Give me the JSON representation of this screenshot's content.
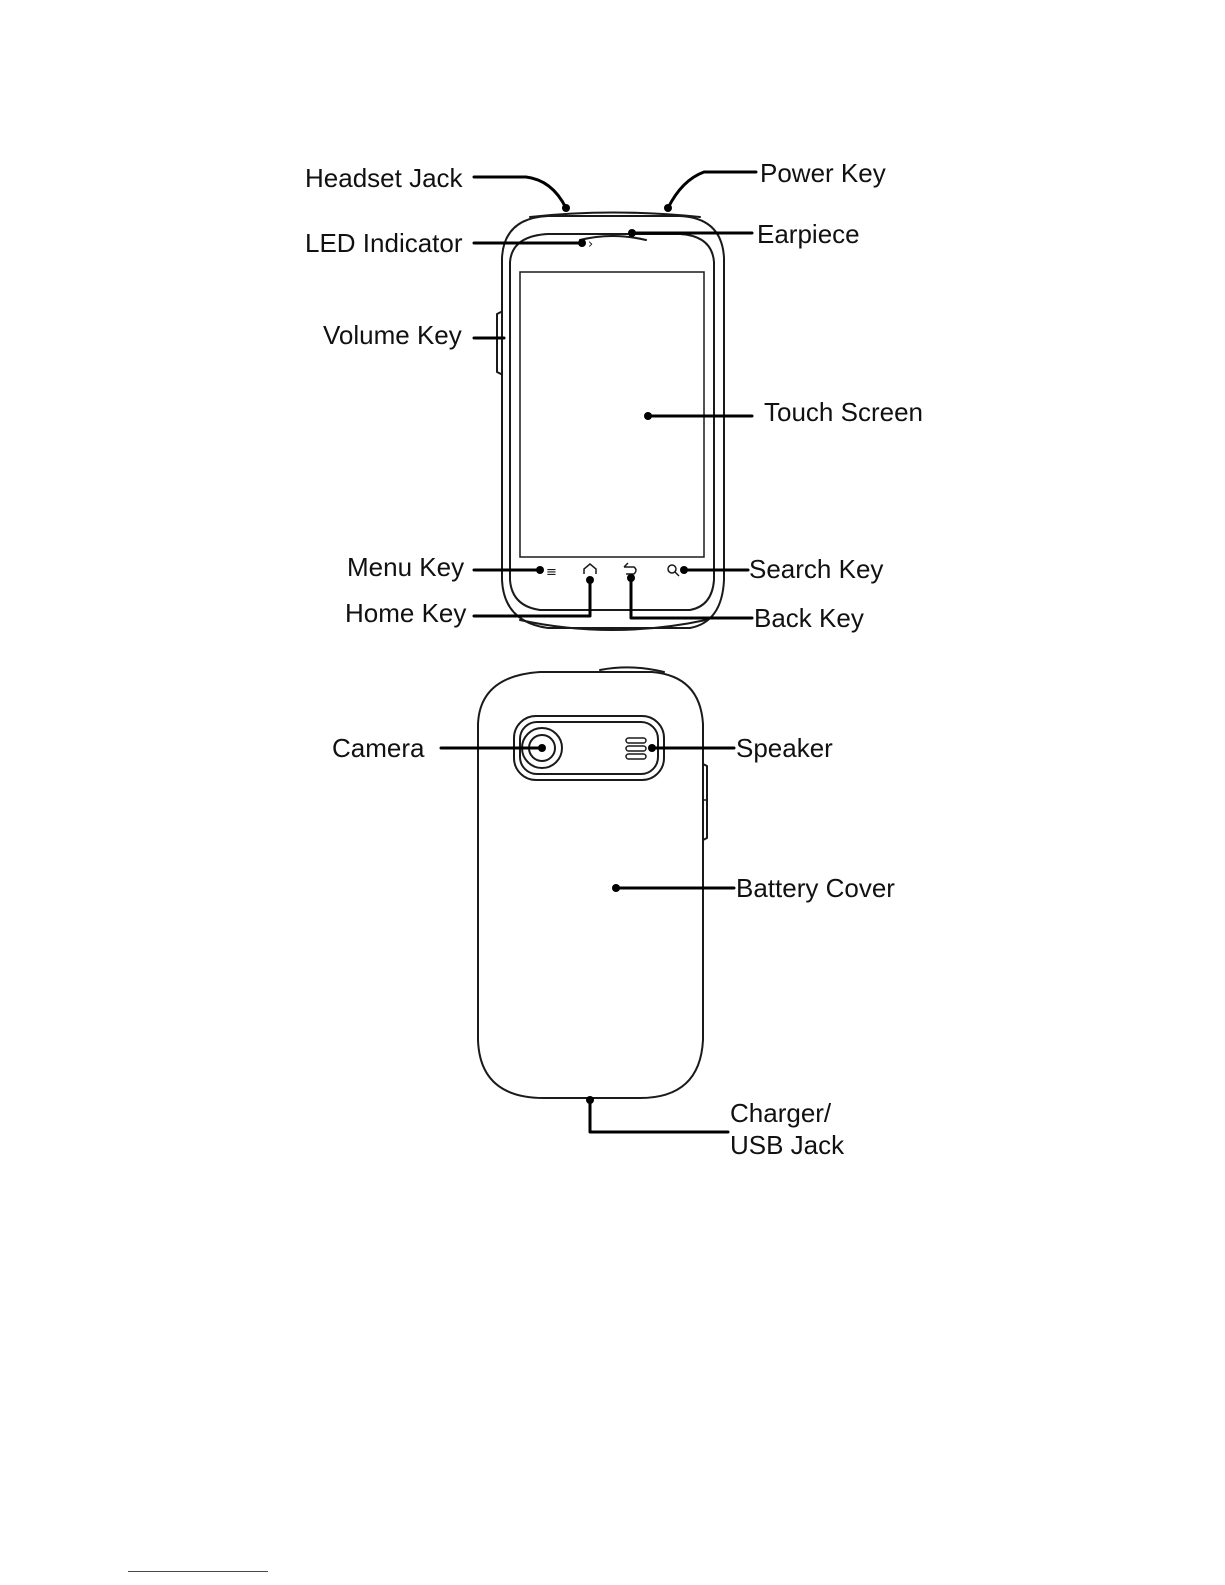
{
  "labels": {
    "headset_jack": "Headset Jack",
    "power_key": "Power Key",
    "led_indicator": "LED Indicator",
    "earpiece": "Earpiece",
    "volume_key": "Volume Key",
    "touch_screen": "Touch Screen",
    "menu_key": "Menu Key",
    "search_key": "Search Key",
    "home_key": "Home Key",
    "back_key": "Back Key",
    "camera": "Camera",
    "speaker": "Speaker",
    "battery_cover": "Battery Cover",
    "charger_line1": "Charger/",
    "charger_line2": "USB Jack"
  },
  "icons": {
    "menu": "menu-lines-icon",
    "home": "house-icon",
    "back": "back-arrow-icon",
    "search": "magnifier-icon"
  },
  "colors": {
    "ink": "#000000",
    "footer_rule": "#1e3cff"
  }
}
